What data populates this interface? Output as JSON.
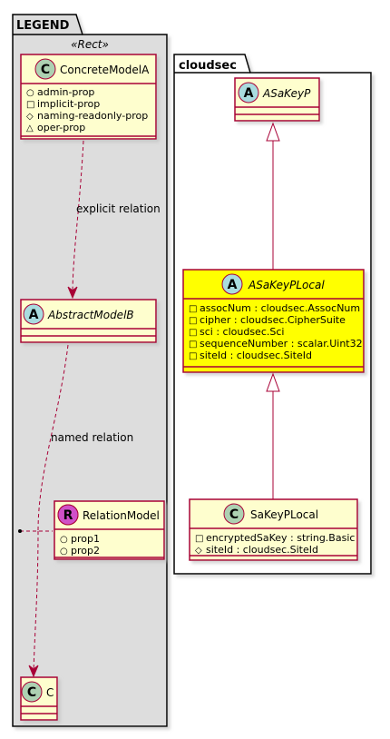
{
  "legend_pkg": {
    "title": "LEGEND",
    "stereotype": "«Rect»",
    "classes": {
      "concrete": {
        "spot": "C",
        "name": "ConcreteModelA",
        "attrs": [
          {
            "vis": "○",
            "text": "admin-prop"
          },
          {
            "vis": "□",
            "text": "implicit-prop"
          },
          {
            "vis": "◇",
            "text": "naming-readonly-prop"
          },
          {
            "vis": "△",
            "text": "oper-prop"
          }
        ]
      },
      "abstract": {
        "spot": "A",
        "name": "AbstractModelB"
      },
      "relation": {
        "spot": "R",
        "name": "RelationModel",
        "attrs": [
          {
            "vis": "○",
            "text": "prop1"
          },
          {
            "vis": "○",
            "text": "prop2"
          }
        ]
      },
      "c": {
        "spot": "C",
        "name": "C"
      }
    },
    "labels": {
      "explicit": "explicit relation",
      "named": "named relation"
    }
  },
  "cloudsec_pkg": {
    "title": "cloudsec",
    "classes": {
      "asakeyp": {
        "spot": "A",
        "name": "ASaKeyP"
      },
      "asakeyplocal": {
        "spot": "A",
        "name": "ASaKeyPLocal",
        "attrs": [
          {
            "vis": "□",
            "text": "assocNum : cloudsec.AssocNum"
          },
          {
            "vis": "□",
            "text": "cipher : cloudsec.CipherSuite"
          },
          {
            "vis": "□",
            "text": "sci : cloudsec.Sci"
          },
          {
            "vis": "□",
            "text": "sequenceNumber : scalar.Uint32"
          },
          {
            "vis": "□",
            "text": "siteId : cloudsec.SiteId"
          }
        ]
      },
      "sakeyplocal": {
        "spot": "C",
        "name": "SaKeyPLocal",
        "attrs": [
          {
            "vis": "□",
            "text": "encryptedSaKey : string.Basic"
          },
          {
            "vis": "◇",
            "text": "siteId : cloudsec.SiteId"
          }
        ]
      }
    }
  },
  "colors": {
    "border": "#a80036",
    "class_fill": "#fefece",
    "highlight_fill": "#ffff00",
    "legend_bg": "#dddddd",
    "spot_c": "#add1b2",
    "spot_a": "#a9dcdf",
    "spot_r": "#ff7700"
  }
}
